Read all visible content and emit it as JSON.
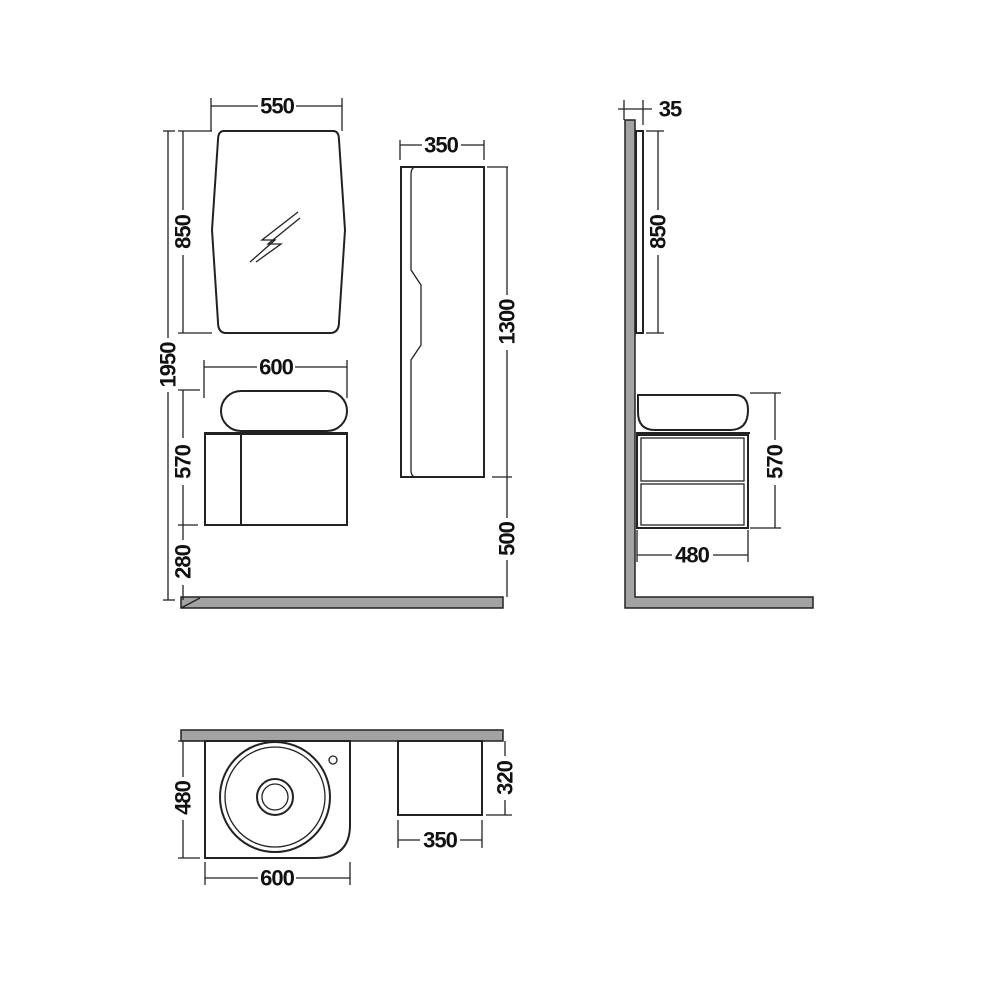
{
  "front_view": {
    "mirror_width": "550",
    "mirror_height": "850",
    "total_height": "1950",
    "vanity_width": "600",
    "vanity_height": "570",
    "vanity_floor_gap": "280",
    "tall_cabinet_width": "350",
    "tall_cabinet_height": "1300",
    "tall_cabinet_floor_gap": "500"
  },
  "side_view": {
    "mirror_depth": "35",
    "mirror_height": "850",
    "vanity_height": "570",
    "vanity_depth": "480"
  },
  "top_view": {
    "vanity_depth": "480",
    "vanity_width": "600",
    "tall_cabinet_depth": "320",
    "tall_cabinet_width": "350"
  }
}
